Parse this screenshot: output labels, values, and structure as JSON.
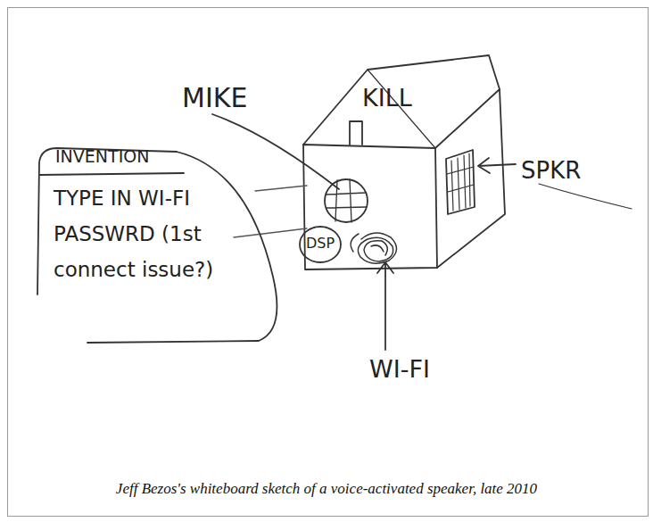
{
  "diagram": {
    "caption": "Jeff Bezos's whiteboard sketch of a voice-activated speaker, late 2010",
    "nodes": [
      {
        "text": [
          "INVENTION",
          "TYPE IN WI-FI PASSWRD (1st connect issue?)"
        ]
      },
      {
        "text": [
          "DSP"
        ]
      }
    ],
    "labels": [
      "MIKE",
      "KILL",
      "SPKR",
      "WI-FI"
    ]
  }
}
